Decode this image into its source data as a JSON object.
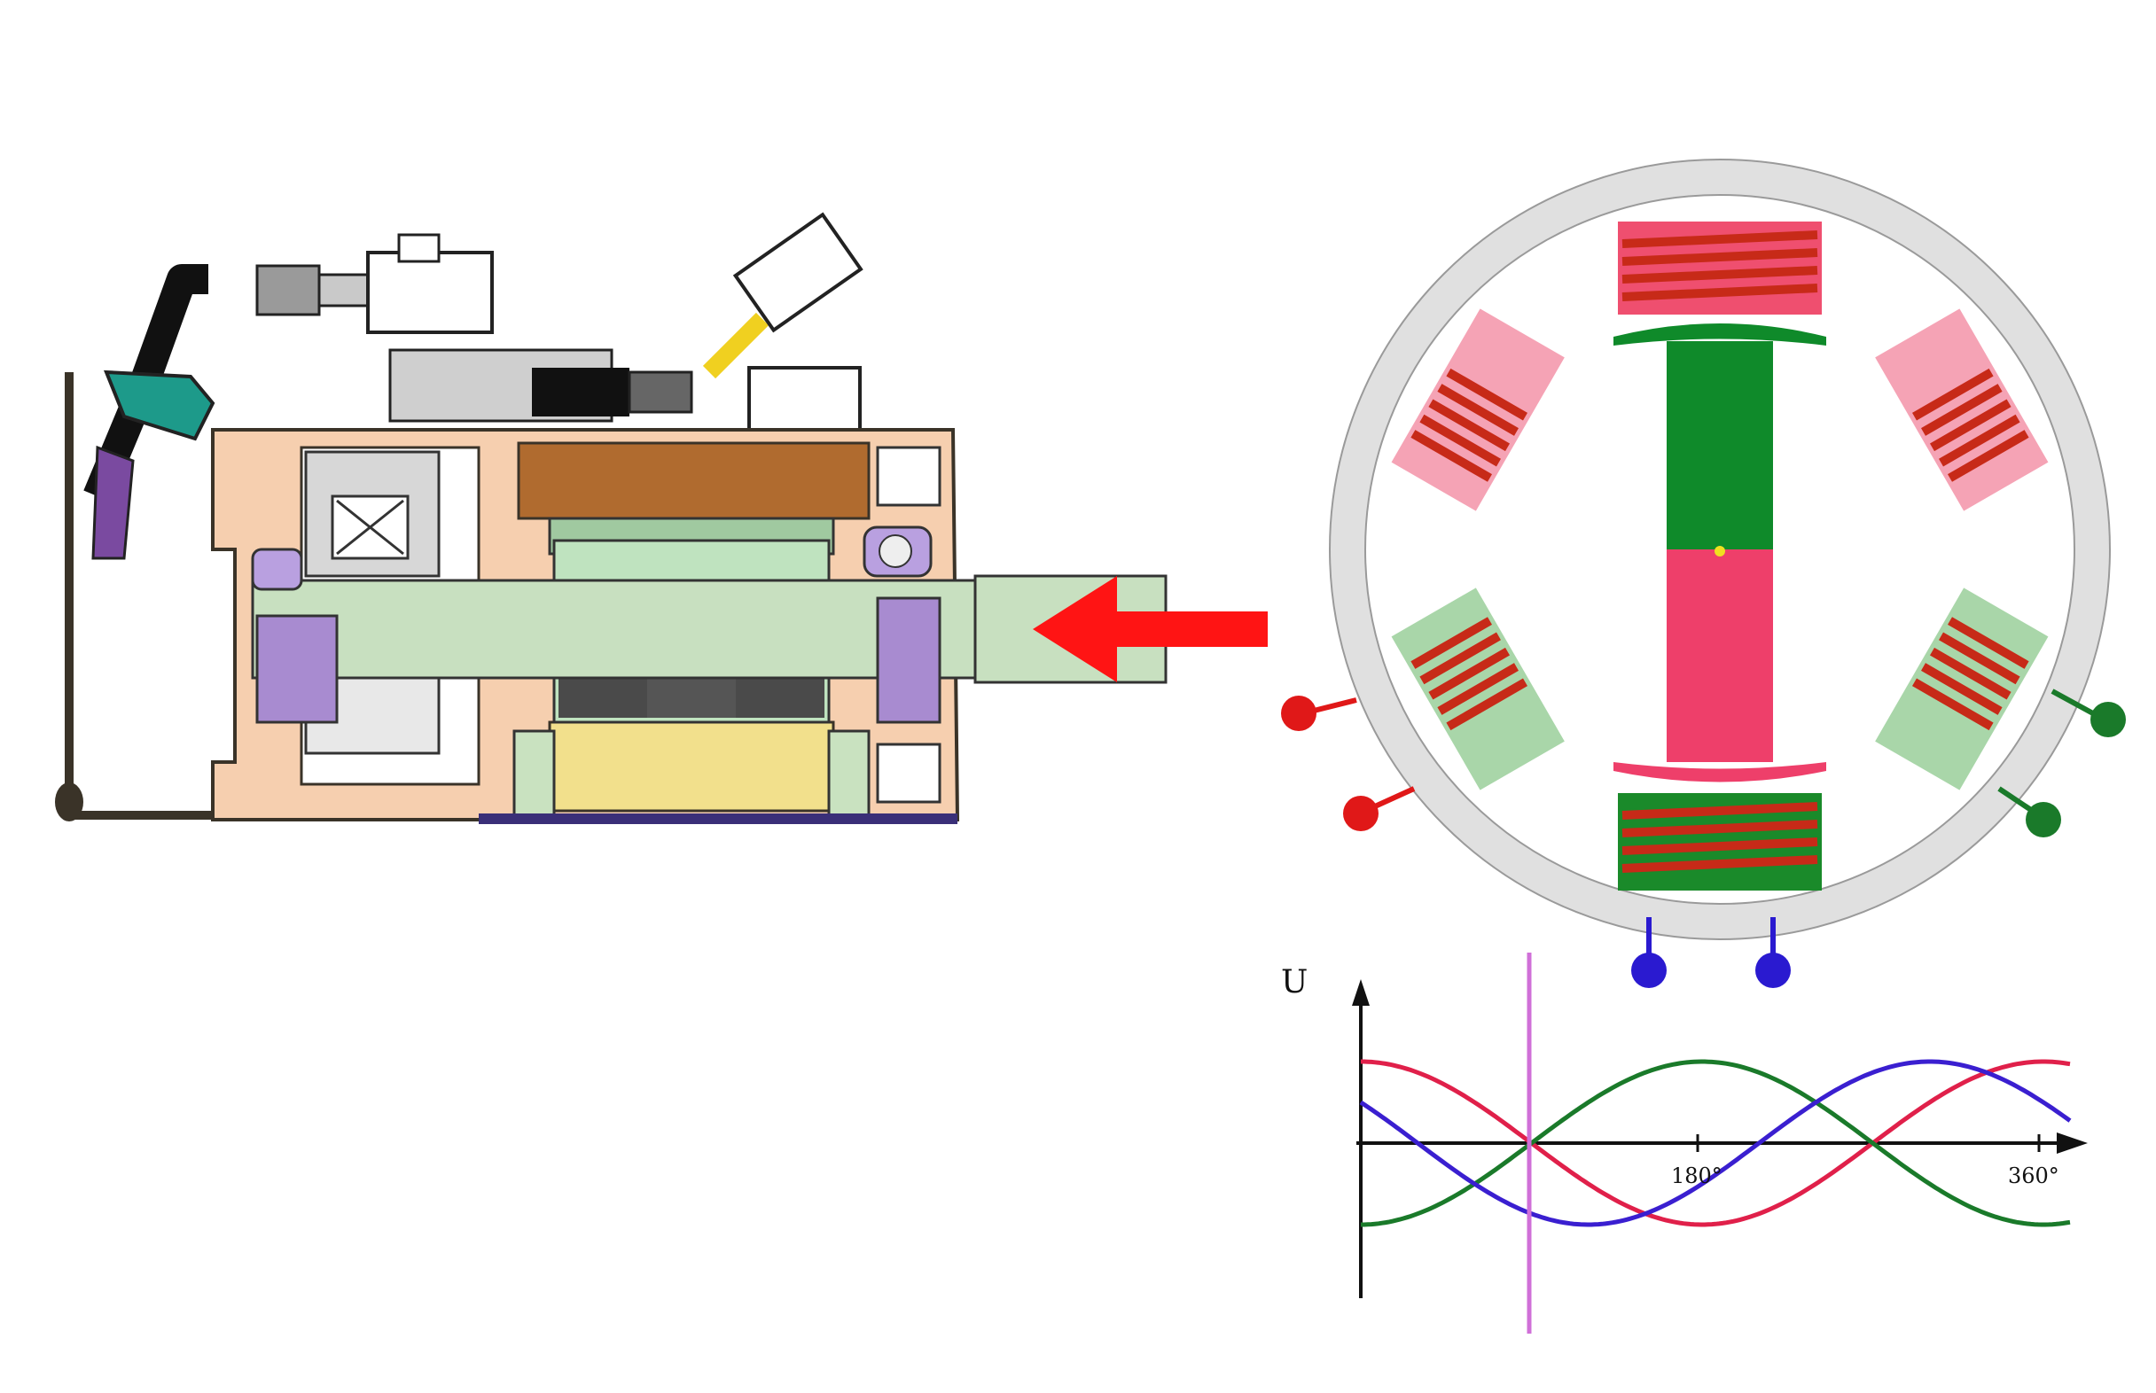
{
  "graph": {
    "y_axis_label": "U",
    "tick_labels": [
      "180°",
      "360°"
    ]
  },
  "colors": {
    "phase_red": "#e0204a",
    "phase_green": "#1a7a2a",
    "phase_blue": "#3a1fd0",
    "marker_line": "#d070d8",
    "arrow": "#ff1414",
    "stator_ring": "#e0e0e0",
    "rotor_north": "#0f8a2a",
    "rotor_south": "#ee3f6a",
    "coil": "#cf3318"
  }
}
